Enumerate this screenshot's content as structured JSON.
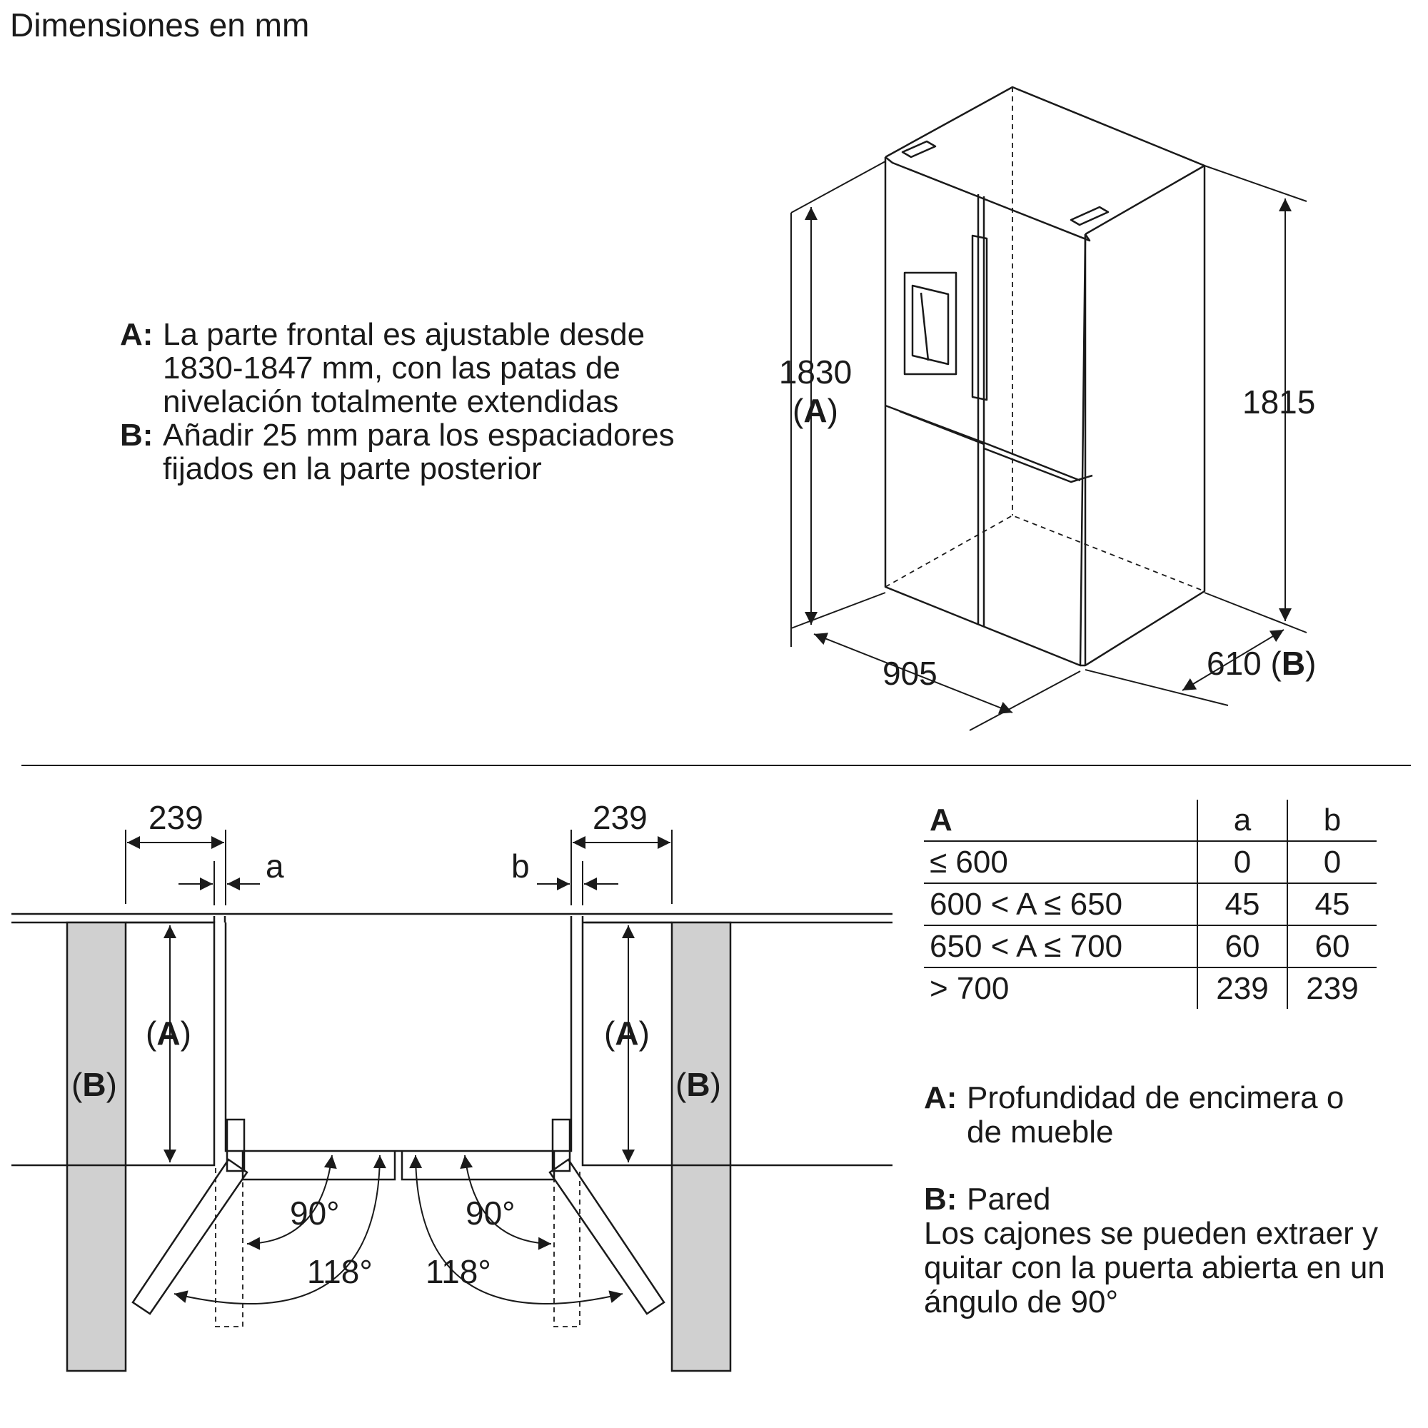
{
  "title": "Dimensiones en mm",
  "notes_top": {
    "a_key": "A:",
    "a_lines": [
      "La parte frontal es ajustable desde",
      "1830-1847 mm, con las patas de",
      "nivelación totalmente extendidas"
    ],
    "b_key": "B:",
    "b_lines": [
      "Añadir 25 mm para los espaciadores",
      "fijados en la parte posterior"
    ]
  },
  "fridge_dims": {
    "height_front": "1830",
    "height_front_ref": "A",
    "height_back": "1815",
    "width": "905",
    "depth": "610",
    "depth_ref": "B"
  },
  "plan_dims": {
    "left_clearance": "239",
    "right_clearance": "239",
    "gap_left": "a",
    "gap_right": "b",
    "ref_a": "A",
    "ref_b": "B",
    "angle_left_90": "90°",
    "angle_left_118": "118°",
    "angle_right_90": "90°",
    "angle_right_118": "118°"
  },
  "clearance_table": {
    "headers": [
      "A",
      "a",
      "b"
    ],
    "rows": [
      [
        "≤ 600",
        "0",
        "0"
      ],
      [
        "600 < A ≤ 650",
        "45",
        "45"
      ],
      [
        "650 < A ≤ 700",
        "60",
        "60"
      ],
      [
        "> 700",
        "239",
        "239"
      ]
    ]
  },
  "legend": {
    "a_key": "A:",
    "a_lines": [
      "Profundidad de encimera o",
      "de mueble"
    ],
    "b_key": "B:",
    "b_title": "Pared",
    "b_lines": [
      "Los cajones se pueden extraer y",
      "quitar con la puerta abierta en un",
      "ángulo de 90°"
    ]
  },
  "colors": {
    "wall_fill": "#d0d0d0",
    "line": "#1a1a1a"
  }
}
